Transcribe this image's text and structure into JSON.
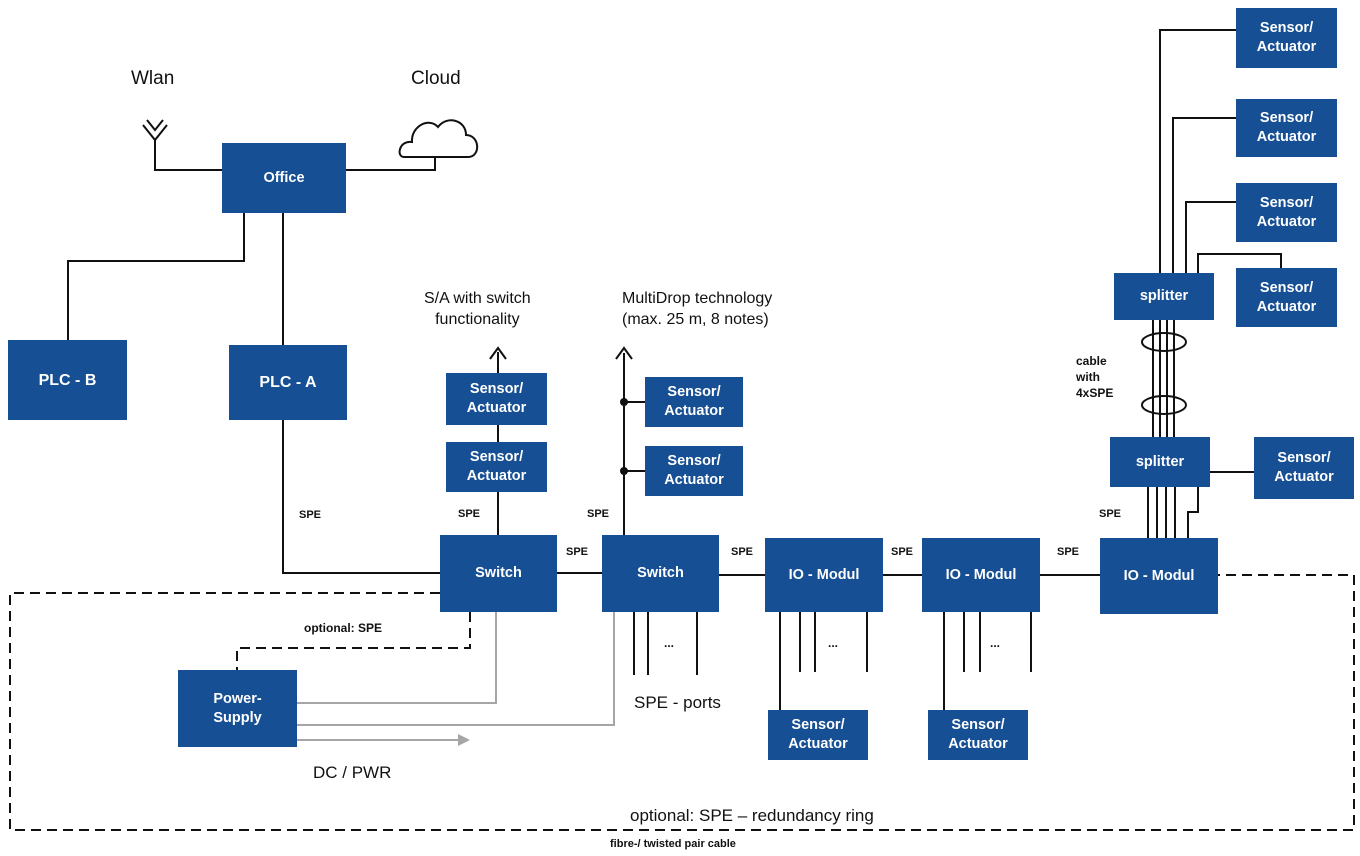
{
  "nodes": {
    "office": "Office",
    "plc_b": "PLC - B",
    "plc_a": "PLC - A",
    "switch_1": "Switch",
    "switch_2": "Switch",
    "io_modul_1": "IO - Modul",
    "io_modul_2": "IO - Modul",
    "io_modul_3": "IO - Modul",
    "power_supply": "Power-\nSupply",
    "splitter_top": "splitter",
    "splitter_bottom": "splitter",
    "sensor_actuator": "Sensor/\nActuator"
  },
  "labels": {
    "wlan": "Wlan",
    "cloud": "Cloud",
    "sa_switch": "S/A with switch\nfunctionality",
    "multidrop": "MultiDrop technology\n(max. 25 m, 8 notes)",
    "spe": "SPE",
    "cable_4xspe": "cable\nwith\n4xSPE",
    "optional_spe": "optional: SPE",
    "ellipsis": "...",
    "spe_ports": "SPE - ports",
    "dc_pwr": "DC / PWR",
    "redundancy_ring": "optional: SPE – redundancy ring",
    "fibre_cable": "fibre-/ twisted pair cable"
  },
  "colors": {
    "box": "#164f94",
    "line": "#111111",
    "power_line": "#a6a6a6"
  }
}
